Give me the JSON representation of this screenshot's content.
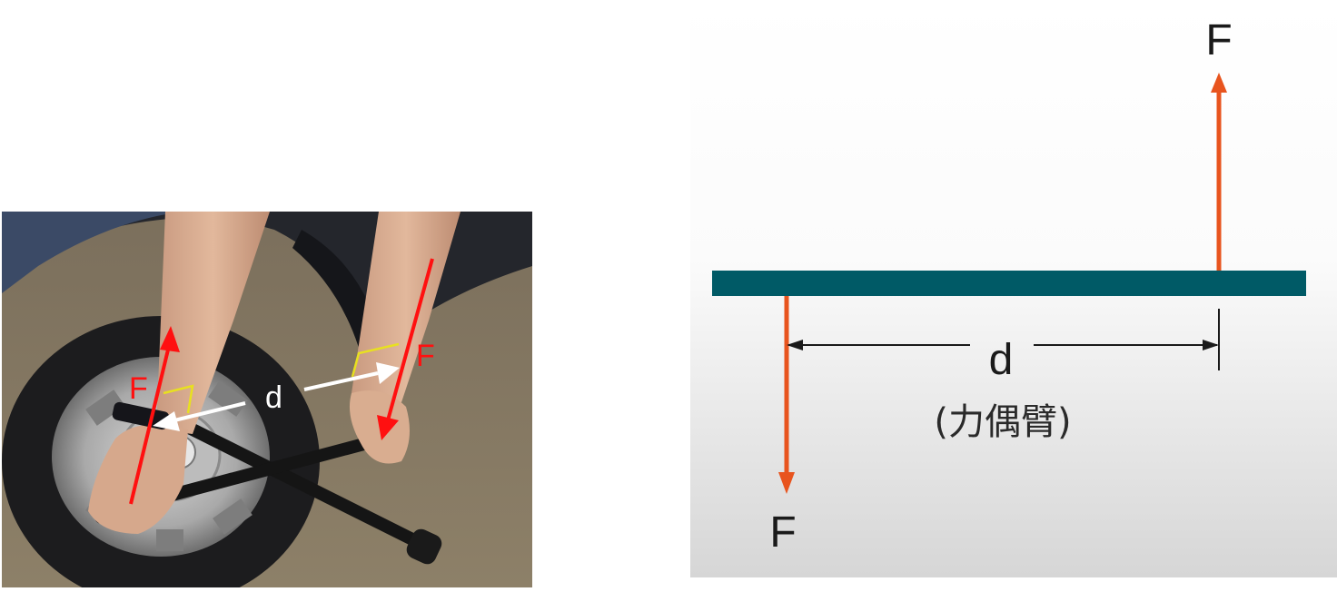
{
  "photo": {
    "force_label_left": "F",
    "force_label_right": "F",
    "distance_label": "d"
  },
  "diagram": {
    "force_label_top": "F",
    "force_label_bottom": "F",
    "distance_label": "d",
    "distance_caption": "(力偶臂)"
  },
  "colors": {
    "photo_force_arrow": "#ff1010",
    "photo_distance_arrow": "#ffffff",
    "photo_right_angle": "#e8e020",
    "diagram_bar": "#005a66",
    "diagram_force_arrow": "#e8541e",
    "diagram_dimension": "#1a1a1a"
  }
}
